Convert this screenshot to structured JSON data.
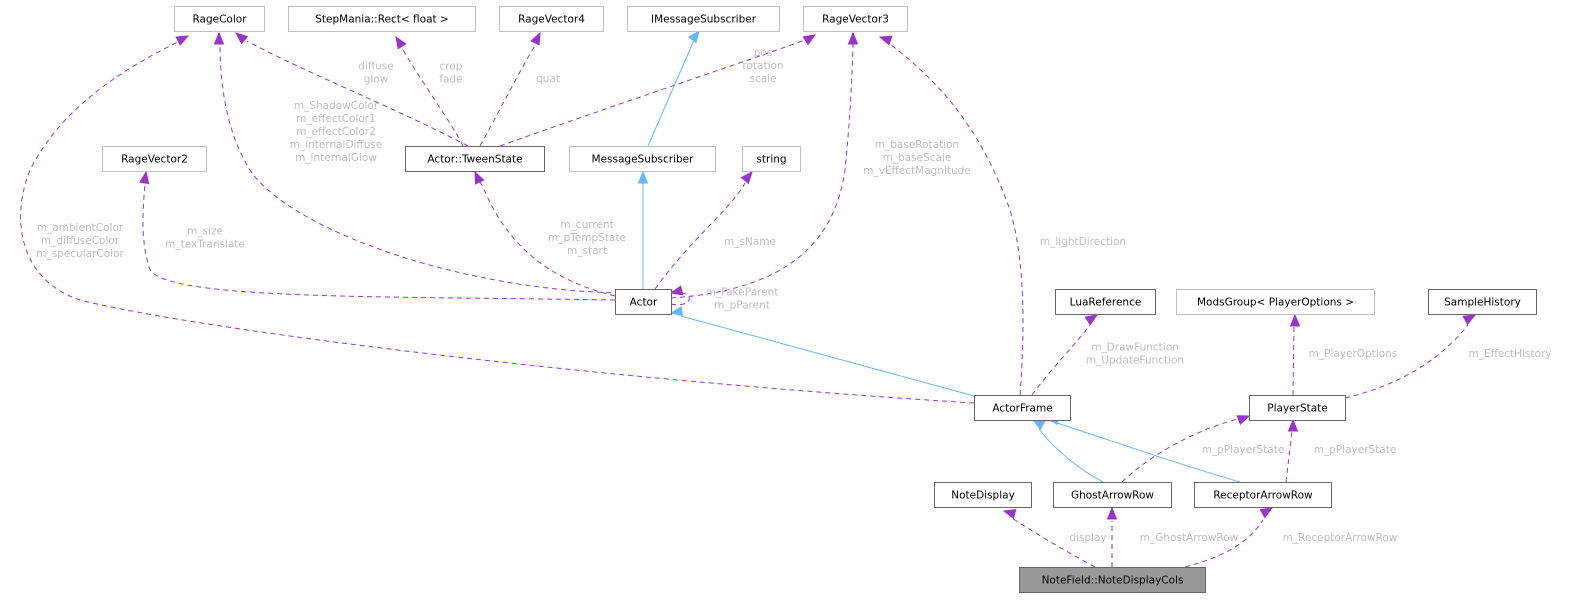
{
  "diagram": {
    "title": "Collaboration diagram for NoteField::NoteDisplayCols",
    "colors": {
      "usage_edge": "#9a32cd",
      "inheritance_edge": "#63b8ff",
      "label_text": "#bdbdbd",
      "focus_fill": "#999999",
      "documented_border": "#666666",
      "external_border": "#bfbfbf"
    },
    "nodes": [
      {
        "id": "RageColor",
        "label": "RageColor",
        "kind": "external"
      },
      {
        "id": "StepManiaRect",
        "label": "StepMania::Rect< float >",
        "kind": "external"
      },
      {
        "id": "RageVector4",
        "label": "RageVector4",
        "kind": "external"
      },
      {
        "id": "IMessageSubscriber",
        "label": "IMessageSubscriber",
        "kind": "external"
      },
      {
        "id": "RageVector3",
        "label": "RageVector3",
        "kind": "external"
      },
      {
        "id": "RageVector2",
        "label": "RageVector2",
        "kind": "external"
      },
      {
        "id": "TweenState",
        "label": "Actor::TweenState",
        "kind": "documented"
      },
      {
        "id": "MessageSubscriber",
        "label": "MessageSubscriber",
        "kind": "external"
      },
      {
        "id": "string",
        "label": "string",
        "kind": "external"
      },
      {
        "id": "Actor",
        "label": "Actor",
        "kind": "documented"
      },
      {
        "id": "LuaReference",
        "label": "LuaReference",
        "kind": "documented"
      },
      {
        "id": "ModsGroup",
        "label": "ModsGroup< PlayerOptions >",
        "kind": "external"
      },
      {
        "id": "SampleHistory",
        "label": "SampleHistory",
        "kind": "documented"
      },
      {
        "id": "ActorFrame",
        "label": "ActorFrame",
        "kind": "documented"
      },
      {
        "id": "PlayerState",
        "label": "PlayerState",
        "kind": "documented"
      },
      {
        "id": "NoteDisplay",
        "label": "NoteDisplay",
        "kind": "documented"
      },
      {
        "id": "GhostArrowRow",
        "label": "GhostArrowRow",
        "kind": "documented"
      },
      {
        "id": "ReceptorArrowRow",
        "label": "ReceptorArrowRow",
        "kind": "documented"
      },
      {
        "id": "NoteDisplayCols",
        "label": "NoteField::NoteDisplayCols",
        "kind": "focus"
      }
    ],
    "edges": [
      {
        "from": "TweenState",
        "to": "RageColor",
        "type": "usage",
        "label": [
          "diffuse",
          "glow"
        ]
      },
      {
        "from": "TweenState",
        "to": "StepManiaRect",
        "type": "usage",
        "label": [
          "crop",
          "fade"
        ]
      },
      {
        "from": "TweenState",
        "to": "RageVector4",
        "type": "usage",
        "label": [
          "quat"
        ]
      },
      {
        "from": "TweenState",
        "to": "RageVector3",
        "type": "usage",
        "label": [
          "pos",
          "rotation",
          "scale"
        ]
      },
      {
        "from": "MessageSubscriber",
        "to": "IMessageSubscriber",
        "type": "inheritance",
        "label": []
      },
      {
        "from": "Actor",
        "to": "RageColor",
        "type": "usage",
        "label": [
          "m_ShadowColor",
          "m_effectColor1",
          "m_effectColor2",
          "m_internalDiffuse",
          "m_internalGlow"
        ]
      },
      {
        "from": "Actor",
        "to": "RageVector2",
        "type": "usage",
        "label": [
          "m_size",
          "m_texTranslate"
        ]
      },
      {
        "from": "Actor",
        "to": "TweenState",
        "type": "usage",
        "label": [
          "m_current",
          "m_pTempState",
          "m_start"
        ]
      },
      {
        "from": "Actor",
        "to": "MessageSubscriber",
        "type": "inheritance",
        "label": []
      },
      {
        "from": "Actor",
        "to": "string",
        "type": "usage",
        "label": [
          "m_sName"
        ]
      },
      {
        "from": "Actor",
        "to": "RageVector3",
        "type": "usage",
        "label": [
          "m_baseRotation",
          "m_baseScale",
          "m_vEffectMagnitude"
        ]
      },
      {
        "from": "Actor",
        "to": "Actor",
        "type": "usage",
        "label": [
          "m_FakeParent",
          "m_pParent"
        ]
      },
      {
        "from": "ActorFrame",
        "to": "RageColor",
        "type": "usage",
        "label": [
          "m_ambientColor",
          "m_diffuseColor",
          "m_specularColor"
        ]
      },
      {
        "from": "ActorFrame",
        "to": "RageVector3",
        "type": "usage",
        "label": [
          "m_lightDirection"
        ]
      },
      {
        "from": "ActorFrame",
        "to": "Actor",
        "type": "inheritance",
        "label": []
      },
      {
        "from": "ActorFrame",
        "to": "LuaReference",
        "type": "usage",
        "label": [
          "m_DrawFunction",
          "m_UpdateFunction"
        ]
      },
      {
        "from": "PlayerState",
        "to": "ModsGroup",
        "type": "usage",
        "label": [
          "m_PlayerOptions"
        ]
      },
      {
        "from": "PlayerState",
        "to": "SampleHistory",
        "type": "usage",
        "label": [
          "m_EffectHistory"
        ]
      },
      {
        "from": "GhostArrowRow",
        "to": "ActorFrame",
        "type": "inheritance",
        "label": []
      },
      {
        "from": "GhostArrowRow",
        "to": "PlayerState",
        "type": "usage",
        "label": [
          "m_pPlayerState"
        ]
      },
      {
        "from": "ReceptorArrowRow",
        "to": "ActorFrame",
        "type": "inheritance",
        "label": []
      },
      {
        "from": "ReceptorArrowRow",
        "to": "PlayerState",
        "type": "usage",
        "label": [
          "m_pPlayerState"
        ]
      },
      {
        "from": "NoteDisplayCols",
        "to": "NoteDisplay",
        "type": "usage",
        "label": [
          "display"
        ]
      },
      {
        "from": "NoteDisplayCols",
        "to": "GhostArrowRow",
        "type": "usage",
        "label": [
          "m_GhostArrowRow"
        ]
      },
      {
        "from": "NoteDisplayCols",
        "to": "ReceptorArrowRow",
        "type": "usage",
        "label": [
          "m_ReceptorArrowRow"
        ]
      }
    ]
  }
}
